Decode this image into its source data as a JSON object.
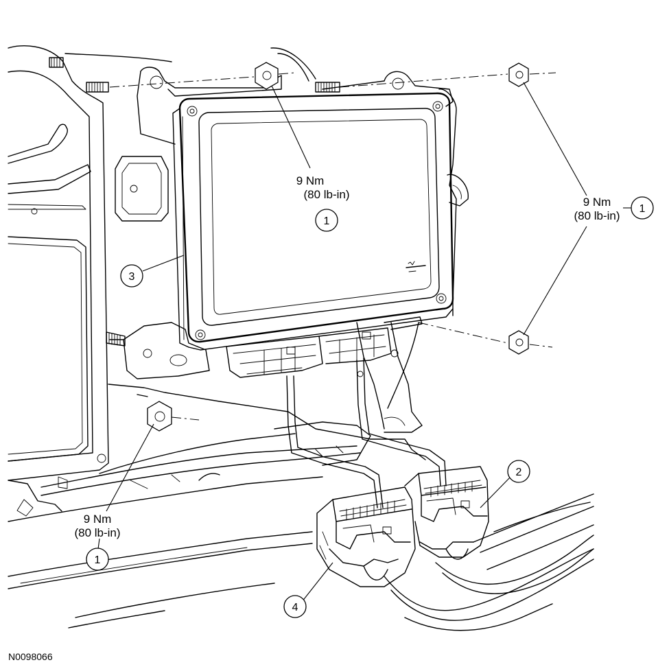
{
  "figure_id": "N0098066",
  "torque": {
    "top_center": {
      "value": "9 Nm",
      "alt": "(80 lb-in)",
      "callout": "1"
    },
    "right": {
      "value": "9 Nm",
      "alt": "(80 lb-in)",
      "callout": "1"
    },
    "bottom_left": {
      "value": "9 Nm",
      "alt": "(80 lb-in)",
      "callout": "1"
    }
  },
  "callouts": {
    "module": "3",
    "connector_right": "2",
    "connector_left": "4"
  }
}
